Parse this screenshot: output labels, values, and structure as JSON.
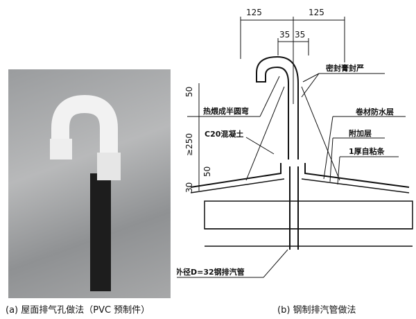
{
  "figure_a": {
    "caption": "(a) 屋面排气孔做法（PVC 预制件）"
  },
  "figure_b": {
    "caption": "(b) 钢制排汽管做法",
    "dims": {
      "top_left": "125",
      "top_right": "125",
      "inner_left": "35",
      "inner_right": "35",
      "d50_top": "50",
      "d250": "≥250",
      "d50_low": "50",
      "d30": "30"
    },
    "labels": {
      "seal": "密封膏封严",
      "bend": "热煨成半圆弯",
      "concrete": "C20混凝土",
      "membrane": "卷材防水层",
      "additional": "附加层",
      "tape": "1厚自粘条",
      "pipe": "外径D=32钢排汽管"
    }
  }
}
